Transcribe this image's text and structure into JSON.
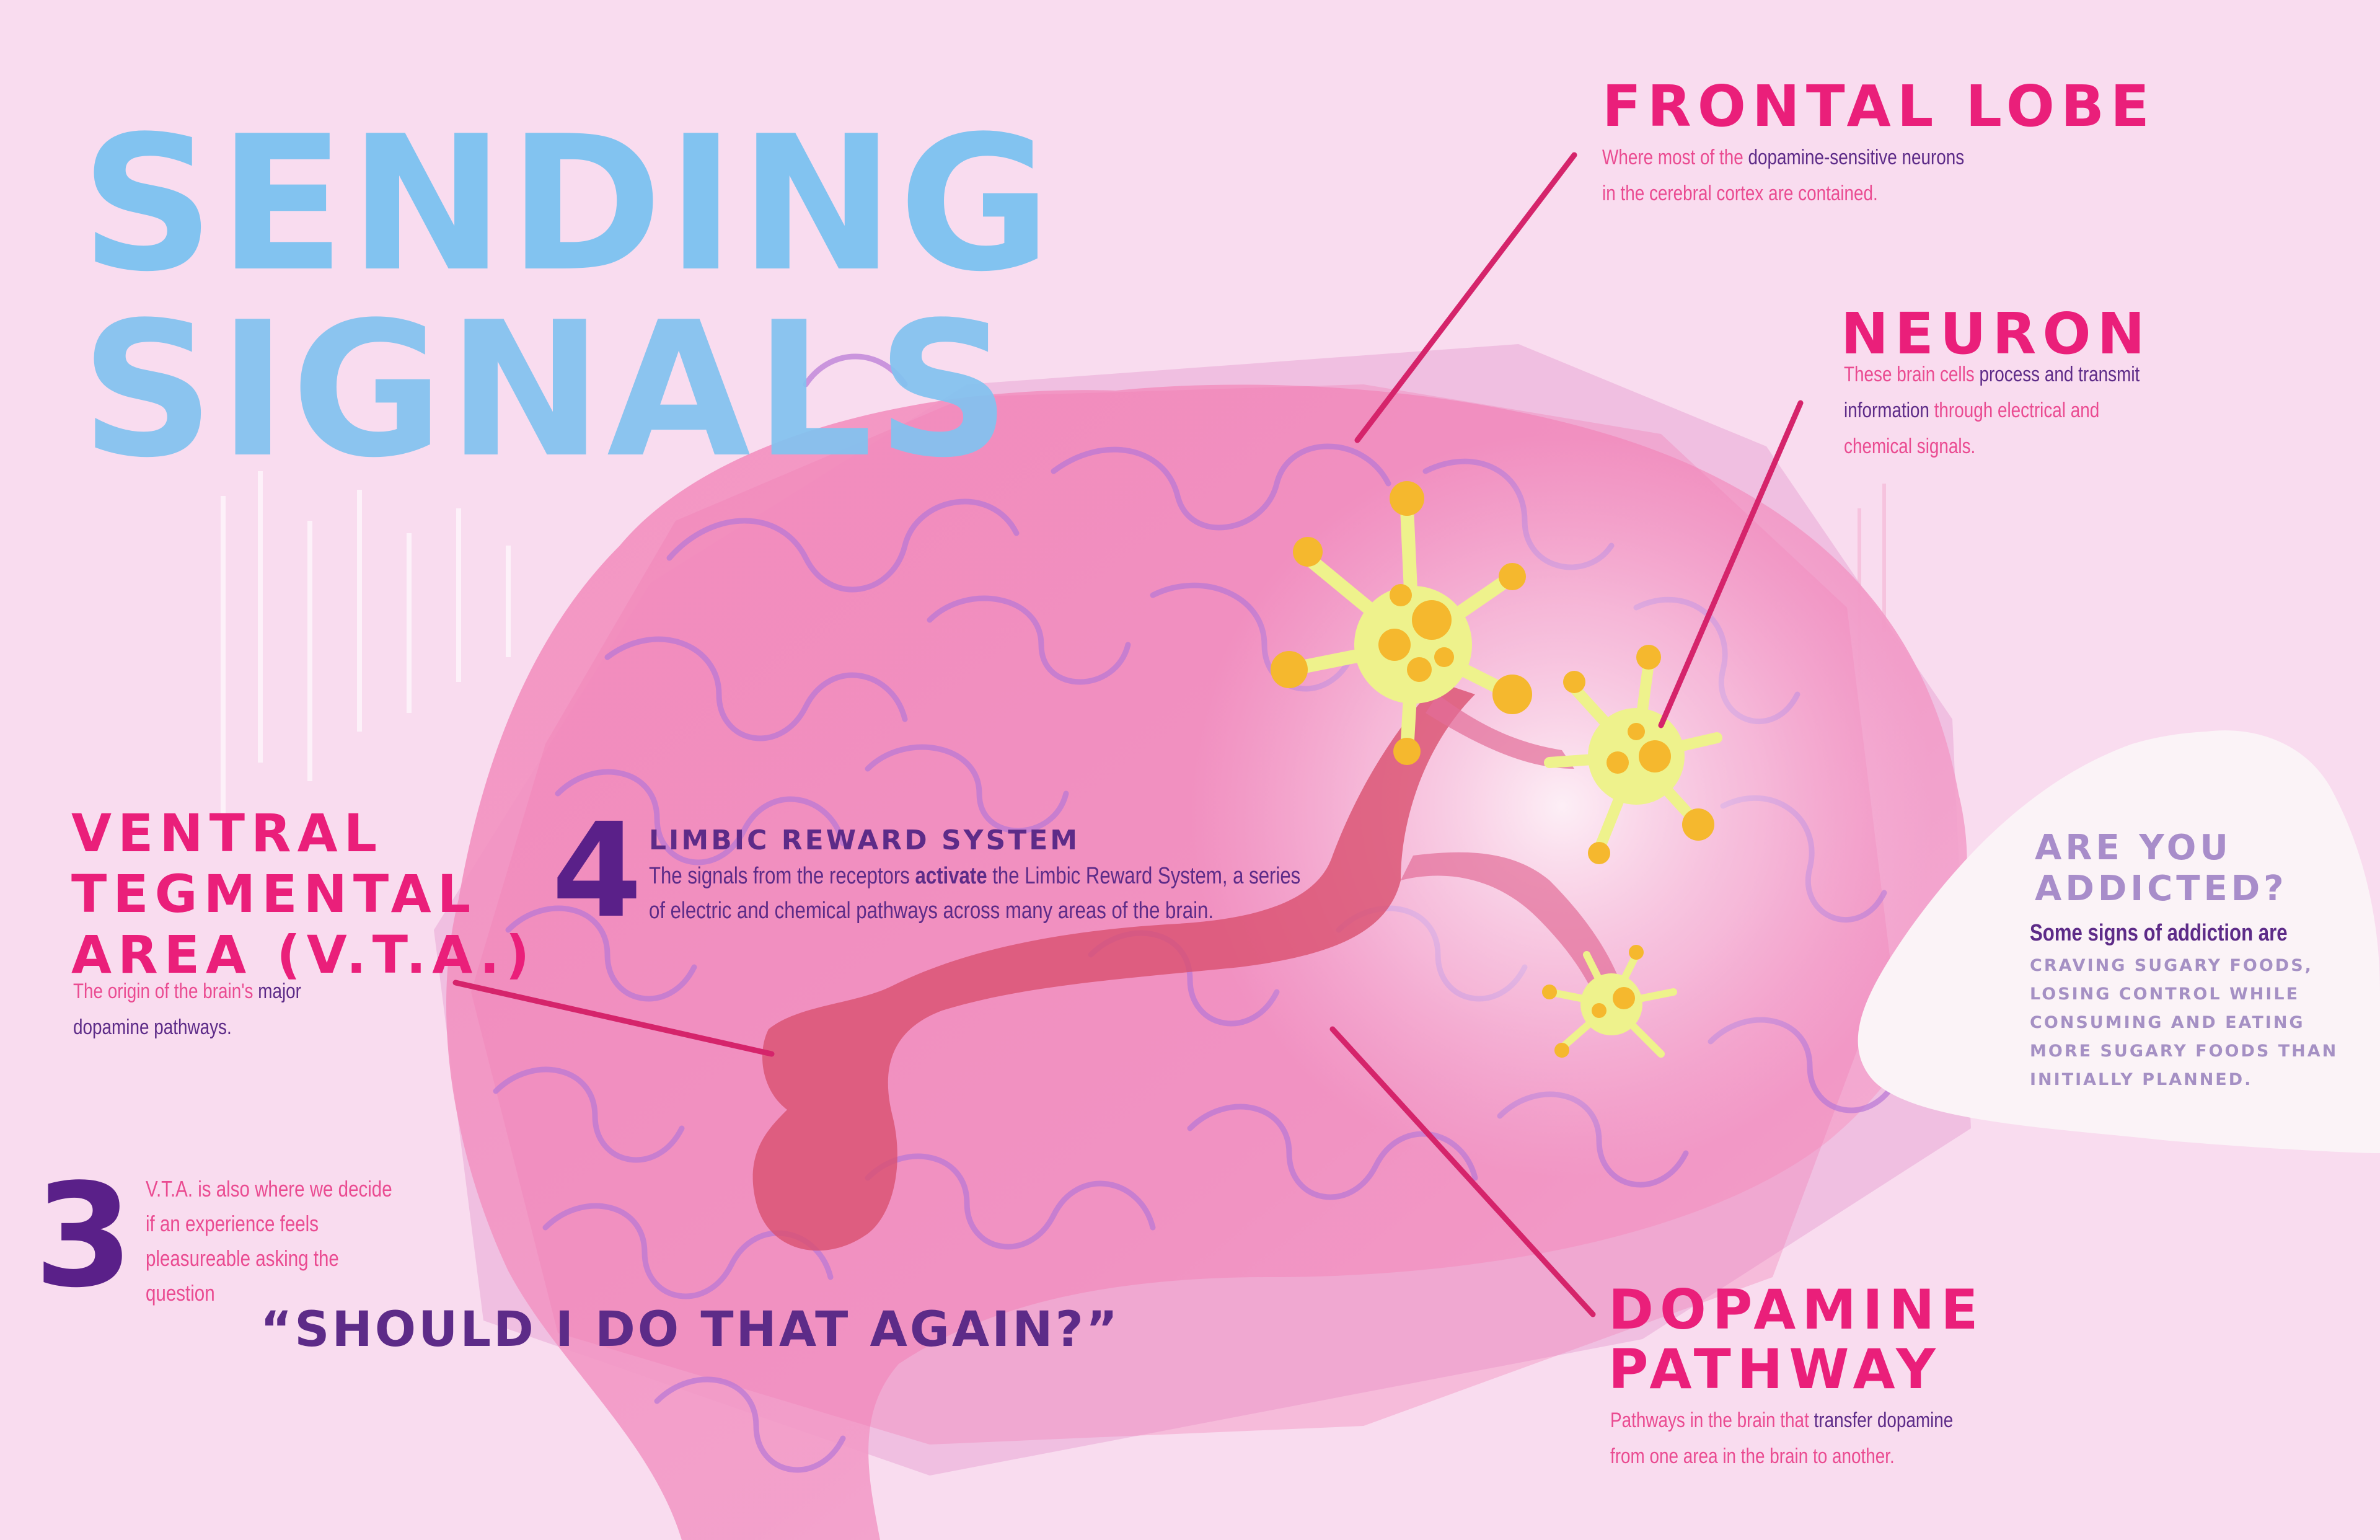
{
  "title": {
    "line1": "Sending",
    "line2": "Signals"
  },
  "frontal_lobe": {
    "heading": "Frontal Lobe",
    "desc_a": "Where most of the ",
    "desc_b": "dopamine-sensitive neurons",
    "desc_c": "in the cerebral cortex are contained."
  },
  "neuron": {
    "heading": "Neuron",
    "line1_a": "These brain cells ",
    "line1_b": "process and transmit",
    "line2_a": "information ",
    "line2_b": "through electrical and",
    "line3": "chemical signals."
  },
  "vta": {
    "heading_line1": "Ventral",
    "heading_line2": "Tegmental",
    "heading_line3": "Area (V.T.A.)",
    "desc_a": "The origin of the brain's ",
    "desc_b": "major",
    "desc_c": "dopamine pathways."
  },
  "limbic": {
    "number": "4",
    "heading": "Limbic reward system",
    "line1_a": "The signals from the receptors ",
    "line1_b": "activate",
    "line1_c": " the Limbic Reward System, a series",
    "line2": "of electric and chemical pathways across many areas of the brain."
  },
  "step3": {
    "number": "3",
    "line1": "V.T.A. is also where we decide",
    "line2": "if an experience feels",
    "line3": "pleasureable asking the",
    "line4": "question",
    "quote": "“Should I do that again?”"
  },
  "dopamine": {
    "heading_line1": "Dopamine",
    "heading_line2": "Pathway",
    "line1_a": "Pathways in the brain that ",
    "line1_b": "transfer dopamine",
    "line2": "from one area in the brain to another."
  },
  "addicted": {
    "heading_line1": "Are you",
    "heading_line2": "addicted?",
    "intro": "Some signs of addiction are",
    "sign1": "craving sugary foods,",
    "sign2": "losing control while",
    "sign3": "consuming and eating",
    "sign4": "more sugary foods than",
    "sign5": "initially planned."
  },
  "colors": {
    "background": "#f9dcef",
    "title_blue": "#82c3f0",
    "heading_pink": "#ea1f7a",
    "accent_purple": "#5a2089",
    "pathway_red": "#d9506f",
    "neuron_yellow": "#f5b82e"
  }
}
